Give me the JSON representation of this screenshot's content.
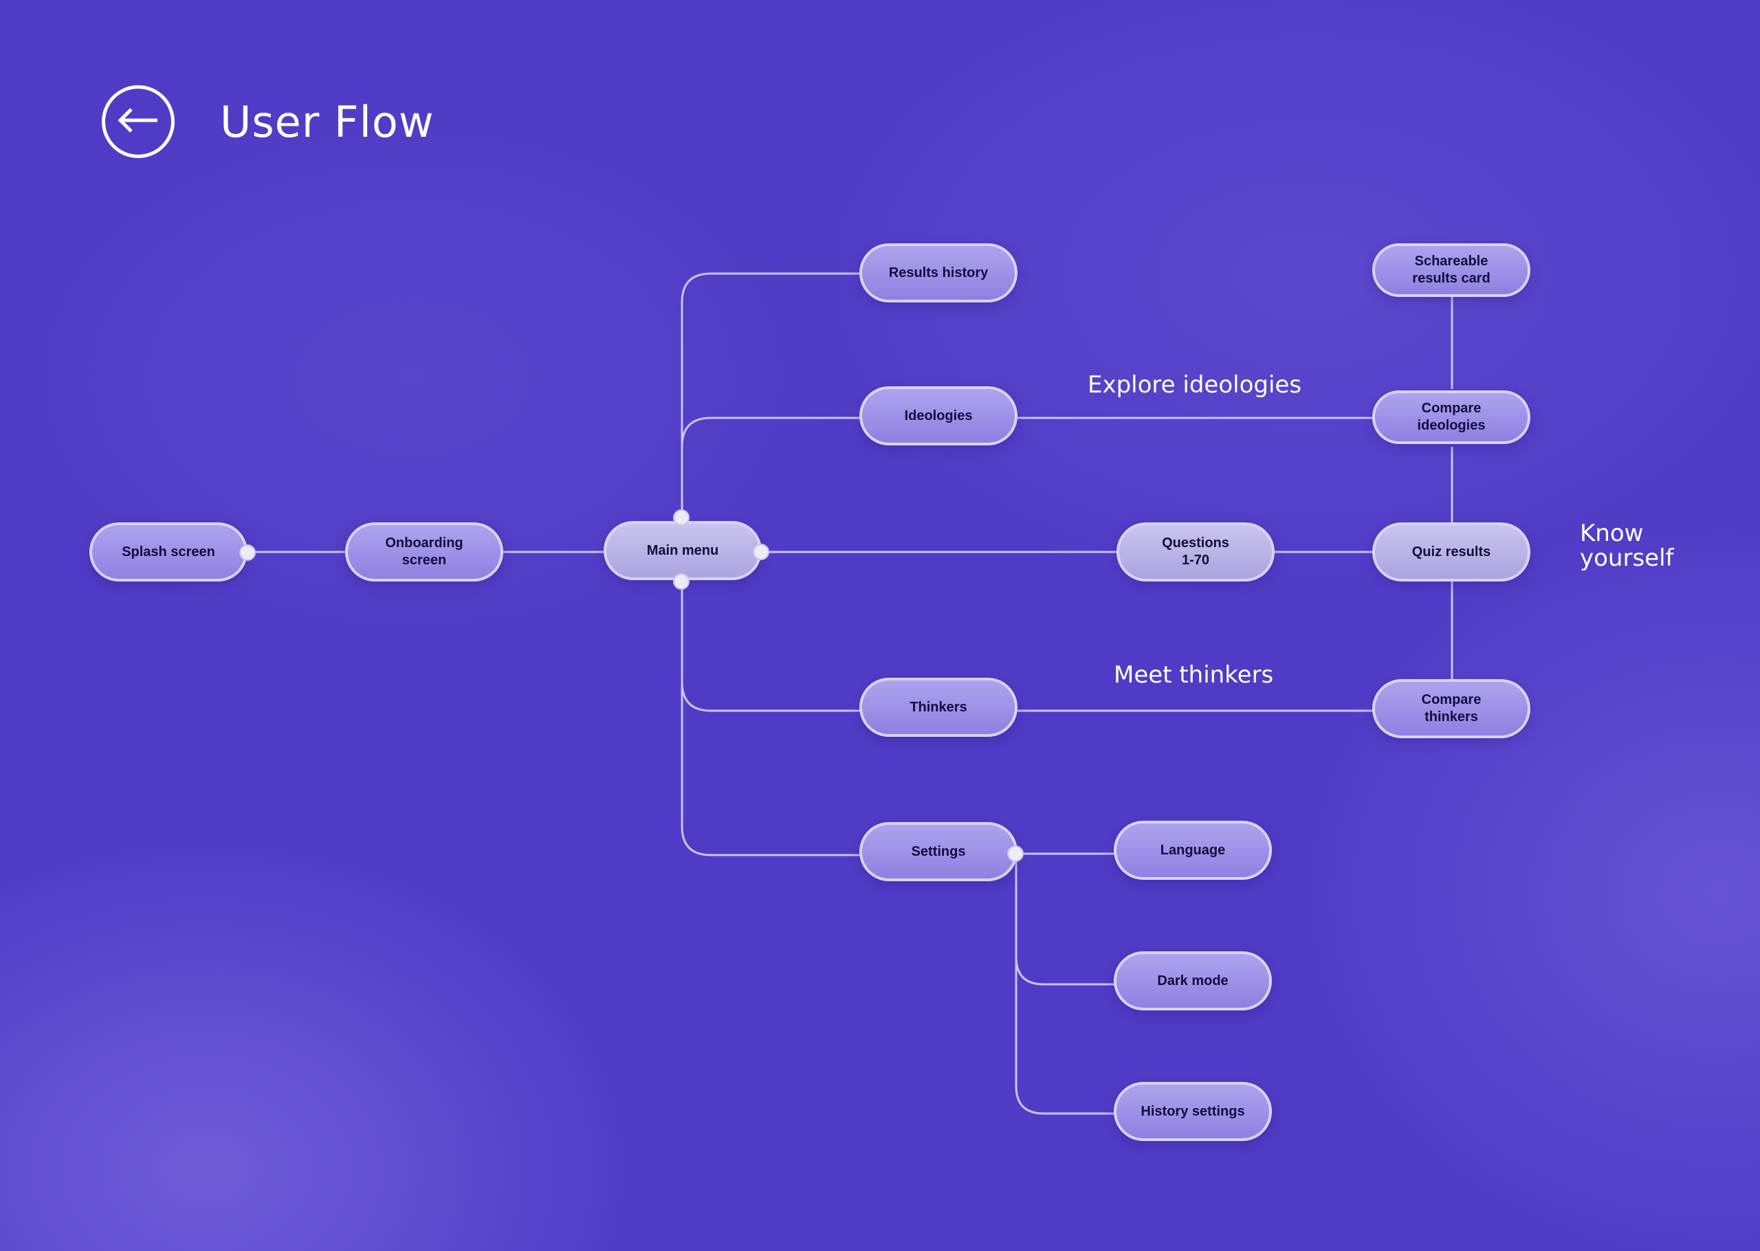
{
  "header": {
    "title": "User Flow",
    "back_icon": "arrow-left-icon"
  },
  "colors": {
    "background": "#4f3cc6",
    "node_fill": "#9b8de8",
    "line": "#c9c3f2",
    "text": "#120d3a"
  },
  "nodes": {
    "splash": "Splash screen",
    "onboarding": "Onboarding\nscreen",
    "main_menu": "Main menu",
    "results_history": "Results history",
    "ideologies": "Ideologies",
    "thinkers": "Thinkers",
    "settings": "Settings",
    "questions": "Questions\n1-70",
    "quiz_results": "Quiz results",
    "compare_ideologies": "Compare\nideologies",
    "shareable_card": "Schareable\nresults card",
    "compare_thinkers": "Compare\nthinkers",
    "language": "Language",
    "dark_mode": "Dark mode",
    "history_settings": "History settings"
  },
  "annotations": {
    "explore": "Explore ideologies",
    "meet": "Meet thinkers",
    "know": "Know\nyourself"
  }
}
